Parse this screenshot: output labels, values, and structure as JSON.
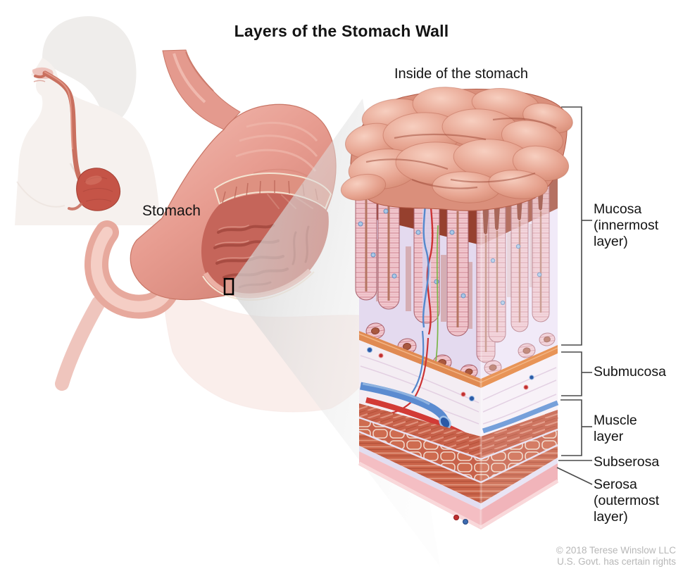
{
  "title": "Layers of the Stomach Wall",
  "inside_label": "Inside of the stomach",
  "stomach_label": "Stomach",
  "layers": {
    "mucosa": {
      "name": "Mucosa (innermost layer)",
      "lines": [
        "Mucosa",
        "(innermost",
        "layer)"
      ]
    },
    "submucosa": {
      "name": "Submucosa",
      "lines": [
        "Submucosa"
      ]
    },
    "muscle": {
      "name": "Muscle layer",
      "lines": [
        "Muscle",
        "layer"
      ]
    },
    "subserosa": {
      "name": "Subserosa",
      "lines": [
        "Subserosa"
      ]
    },
    "serosa": {
      "name": "Serosa (outermost layer)",
      "lines": [
        "Serosa",
        "(outermost",
        "layer)"
      ]
    }
  },
  "credit": {
    "line1": "© 2018 Terese Winslow LLC",
    "line2": "U.S. Govt. has certain rights"
  },
  "colors": {
    "mucosa_bg": "#E4DAEF",
    "gland_wall": "#F1C6CD",
    "gland_pit": "#96402E",
    "muscularis_mucosae": "#E08A52",
    "submucosa_bg": "#F4EDF3",
    "muscle": "#C7614A",
    "subserosa": "#E2DDF0",
    "serosa": "#F4BEC3",
    "artery": "#CC3333",
    "vein": "#4A7CC0",
    "nerve": "#7AB648",
    "stomach_outer": "#E79C90",
    "stomach_cavity": "#C5655A",
    "leader_line": "#4A4A4A",
    "credit_text": "#B7B7B7"
  }
}
